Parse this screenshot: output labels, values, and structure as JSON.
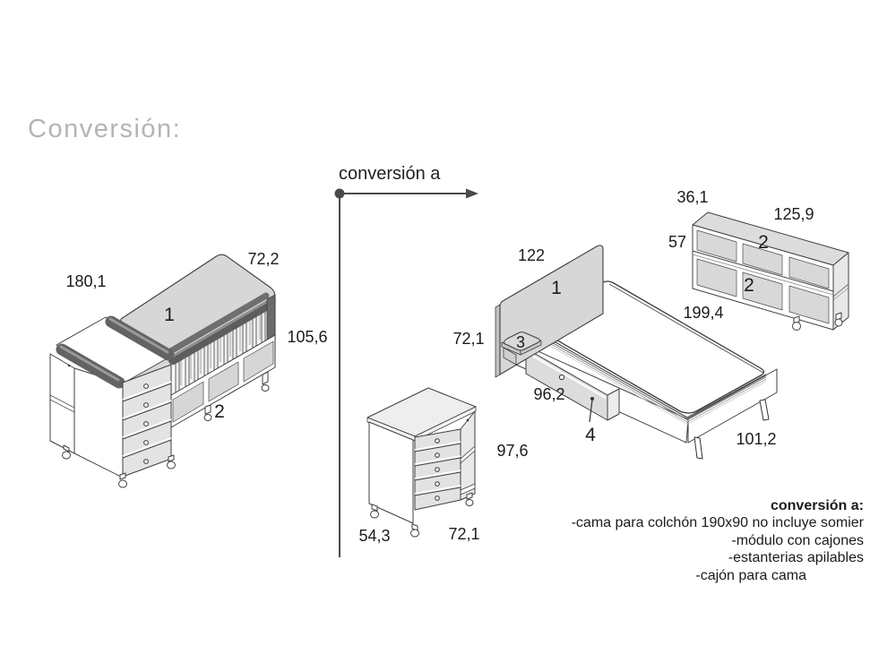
{
  "title": "Conversión:",
  "conversion_arrow": {
    "label": "conversión a"
  },
  "crib": {
    "part_back": "1",
    "part_base": "2",
    "dim_width": "180,1",
    "dim_depth": "72,2",
    "dim_height": "105,6"
  },
  "drawer_module": {
    "dim_depth": "54,3",
    "dim_width": "72,1",
    "dim_height": "97,6"
  },
  "bed": {
    "part_headboard": "1",
    "part_shelf": "3",
    "part_drawer": "4",
    "dim_headboard_width": "122",
    "dim_headboard_height": "72,1",
    "dim_drawer_length": "96,2",
    "dim_length": "199,4",
    "dim_width": "101,2"
  },
  "shelving": {
    "part_upper": "2",
    "part_lower": "2",
    "dim_depth": "36,1",
    "dim_width": "125,9",
    "dim_height": "57"
  },
  "legend": {
    "title": "conversión a:",
    "items": [
      "-cama para colchón 190x90 no incluye somier",
      "-módulo con cajones",
      "-estanterias apilables",
      "-cajón para cama"
    ]
  },
  "colors": {
    "outline": "#3f3f3f",
    "panel_gray": "#d7d7d7",
    "rail_dark": "#636363",
    "title_gray": "#b4b4b4",
    "text": "#1b1b1b"
  }
}
